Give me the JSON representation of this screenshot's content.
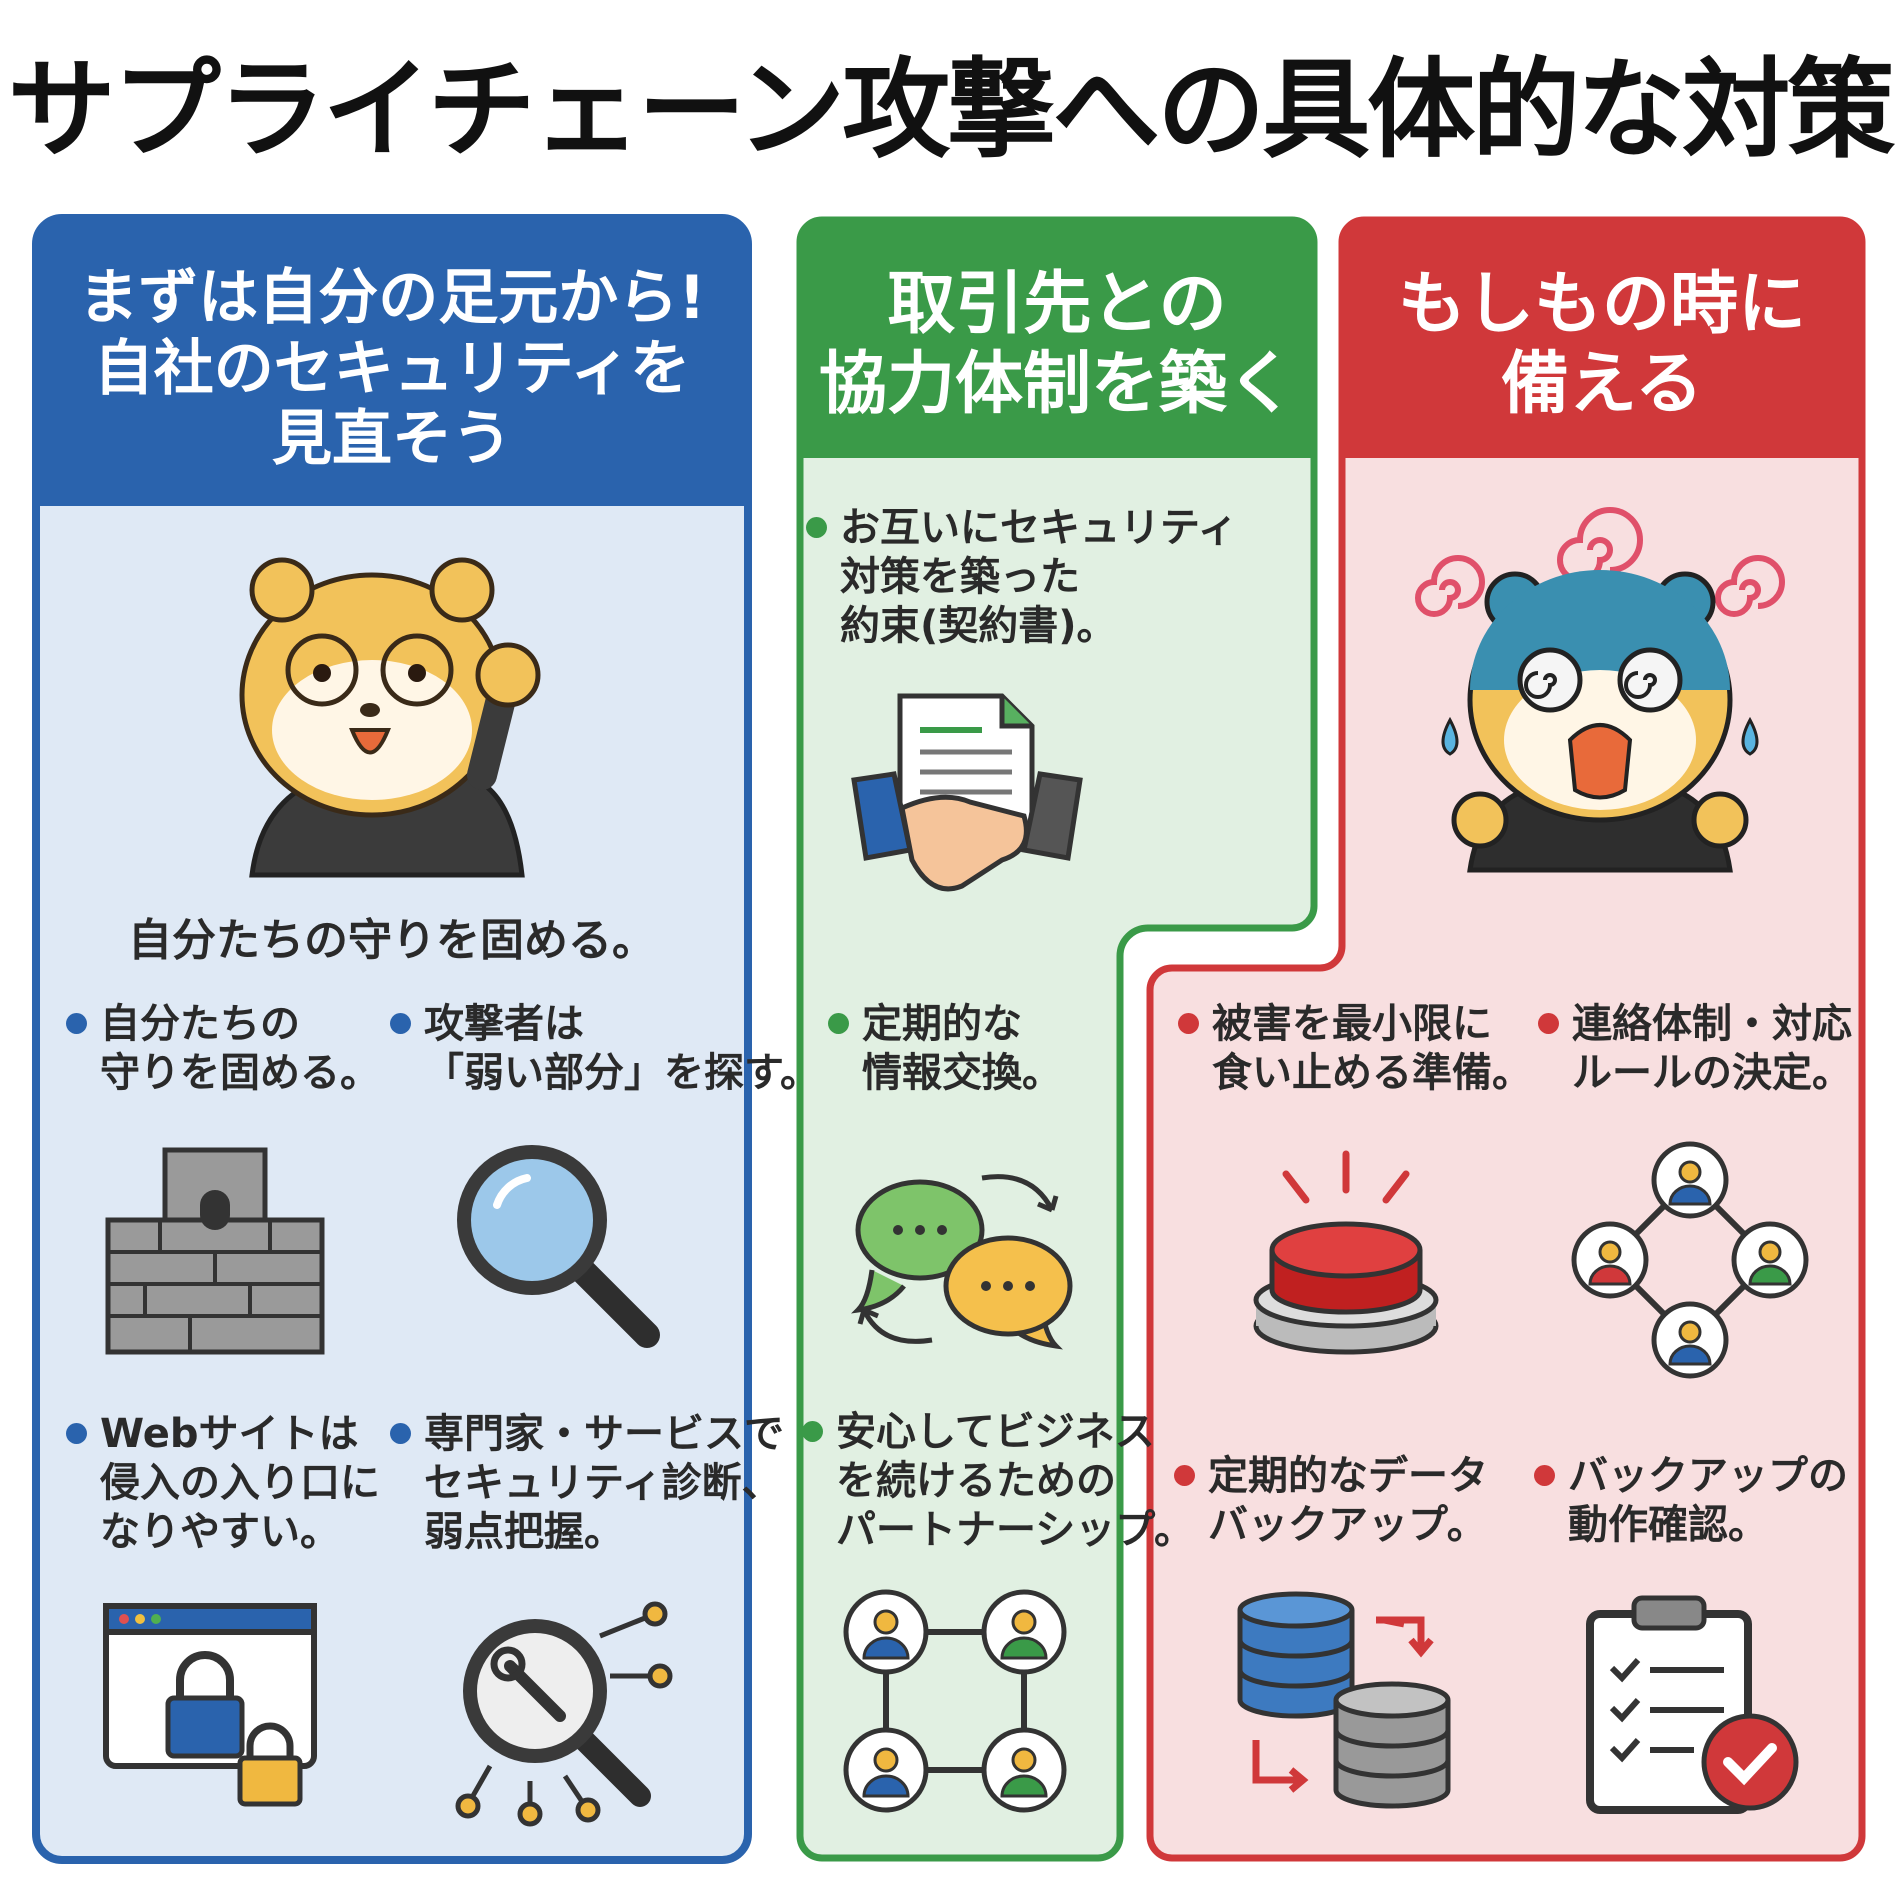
{
  "title": "サプライチェーン攻撃への具体的な対策",
  "colors": {
    "blue": "#2a63ad",
    "green": "#3a9a48",
    "red": "#d0383a",
    "blue_bg": "#dfe9f5",
    "green_bg": "#e1f0e2",
    "red_bg": "#f8dfe0"
  },
  "panels": {
    "self": {
      "header": [
        "まずは自分の足元から!",
        "自社のセキュリティを",
        "見直そう"
      ],
      "mascot_caption": "自分たちの守りを固める。",
      "items": [
        {
          "lines": [
            "自分たちの",
            "守りを固める。"
          ],
          "icon": "castle-wall-icon"
        },
        {
          "lines": [
            "攻撃者は",
            "「弱い部分」を探す。"
          ],
          "icon": "magnifier-icon"
        },
        {
          "lines": [
            "Webサイトは",
            "侵入の入り口に",
            "なりやすい。"
          ],
          "icon": "website-lock-icon"
        },
        {
          "lines": [
            "専門家・サービスで",
            "セキュリティ診断、",
            "弱点把握。"
          ],
          "icon": "wrench-search-network-icon"
        }
      ]
    },
    "partners": {
      "header": [
        "取引先との",
        "協力体制を築く"
      ],
      "items": [
        {
          "lines": [
            "お互いにセキュリティ",
            "対策を築った",
            "約束(契約書)。"
          ],
          "icon": "contract-handshake-icon"
        },
        {
          "lines": [
            "定期的な",
            "情報交換。"
          ],
          "icon": "chat-exchange-icon"
        },
        {
          "lines": [
            "安心してビジネス",
            "を続けるための",
            "パートナーシップ。"
          ],
          "icon": "partner-network-icon"
        }
      ]
    },
    "emergency": {
      "header": [
        "もしもの時に",
        "備える"
      ],
      "items": [
        {
          "lines": [
            "被害を最小限に",
            "食い止める準備。"
          ],
          "icon": "emergency-button-icon"
        },
        {
          "lines": [
            "連絡体制・対応",
            "ルールの決定。"
          ],
          "icon": "contact-network-icon"
        },
        {
          "lines": [
            "定期的なデータ",
            "バックアップ。"
          ],
          "icon": "database-backup-icon"
        },
        {
          "lines": [
            "バックアップの",
            "動作確認。"
          ],
          "icon": "checklist-clipboard-icon"
        }
      ]
    }
  }
}
